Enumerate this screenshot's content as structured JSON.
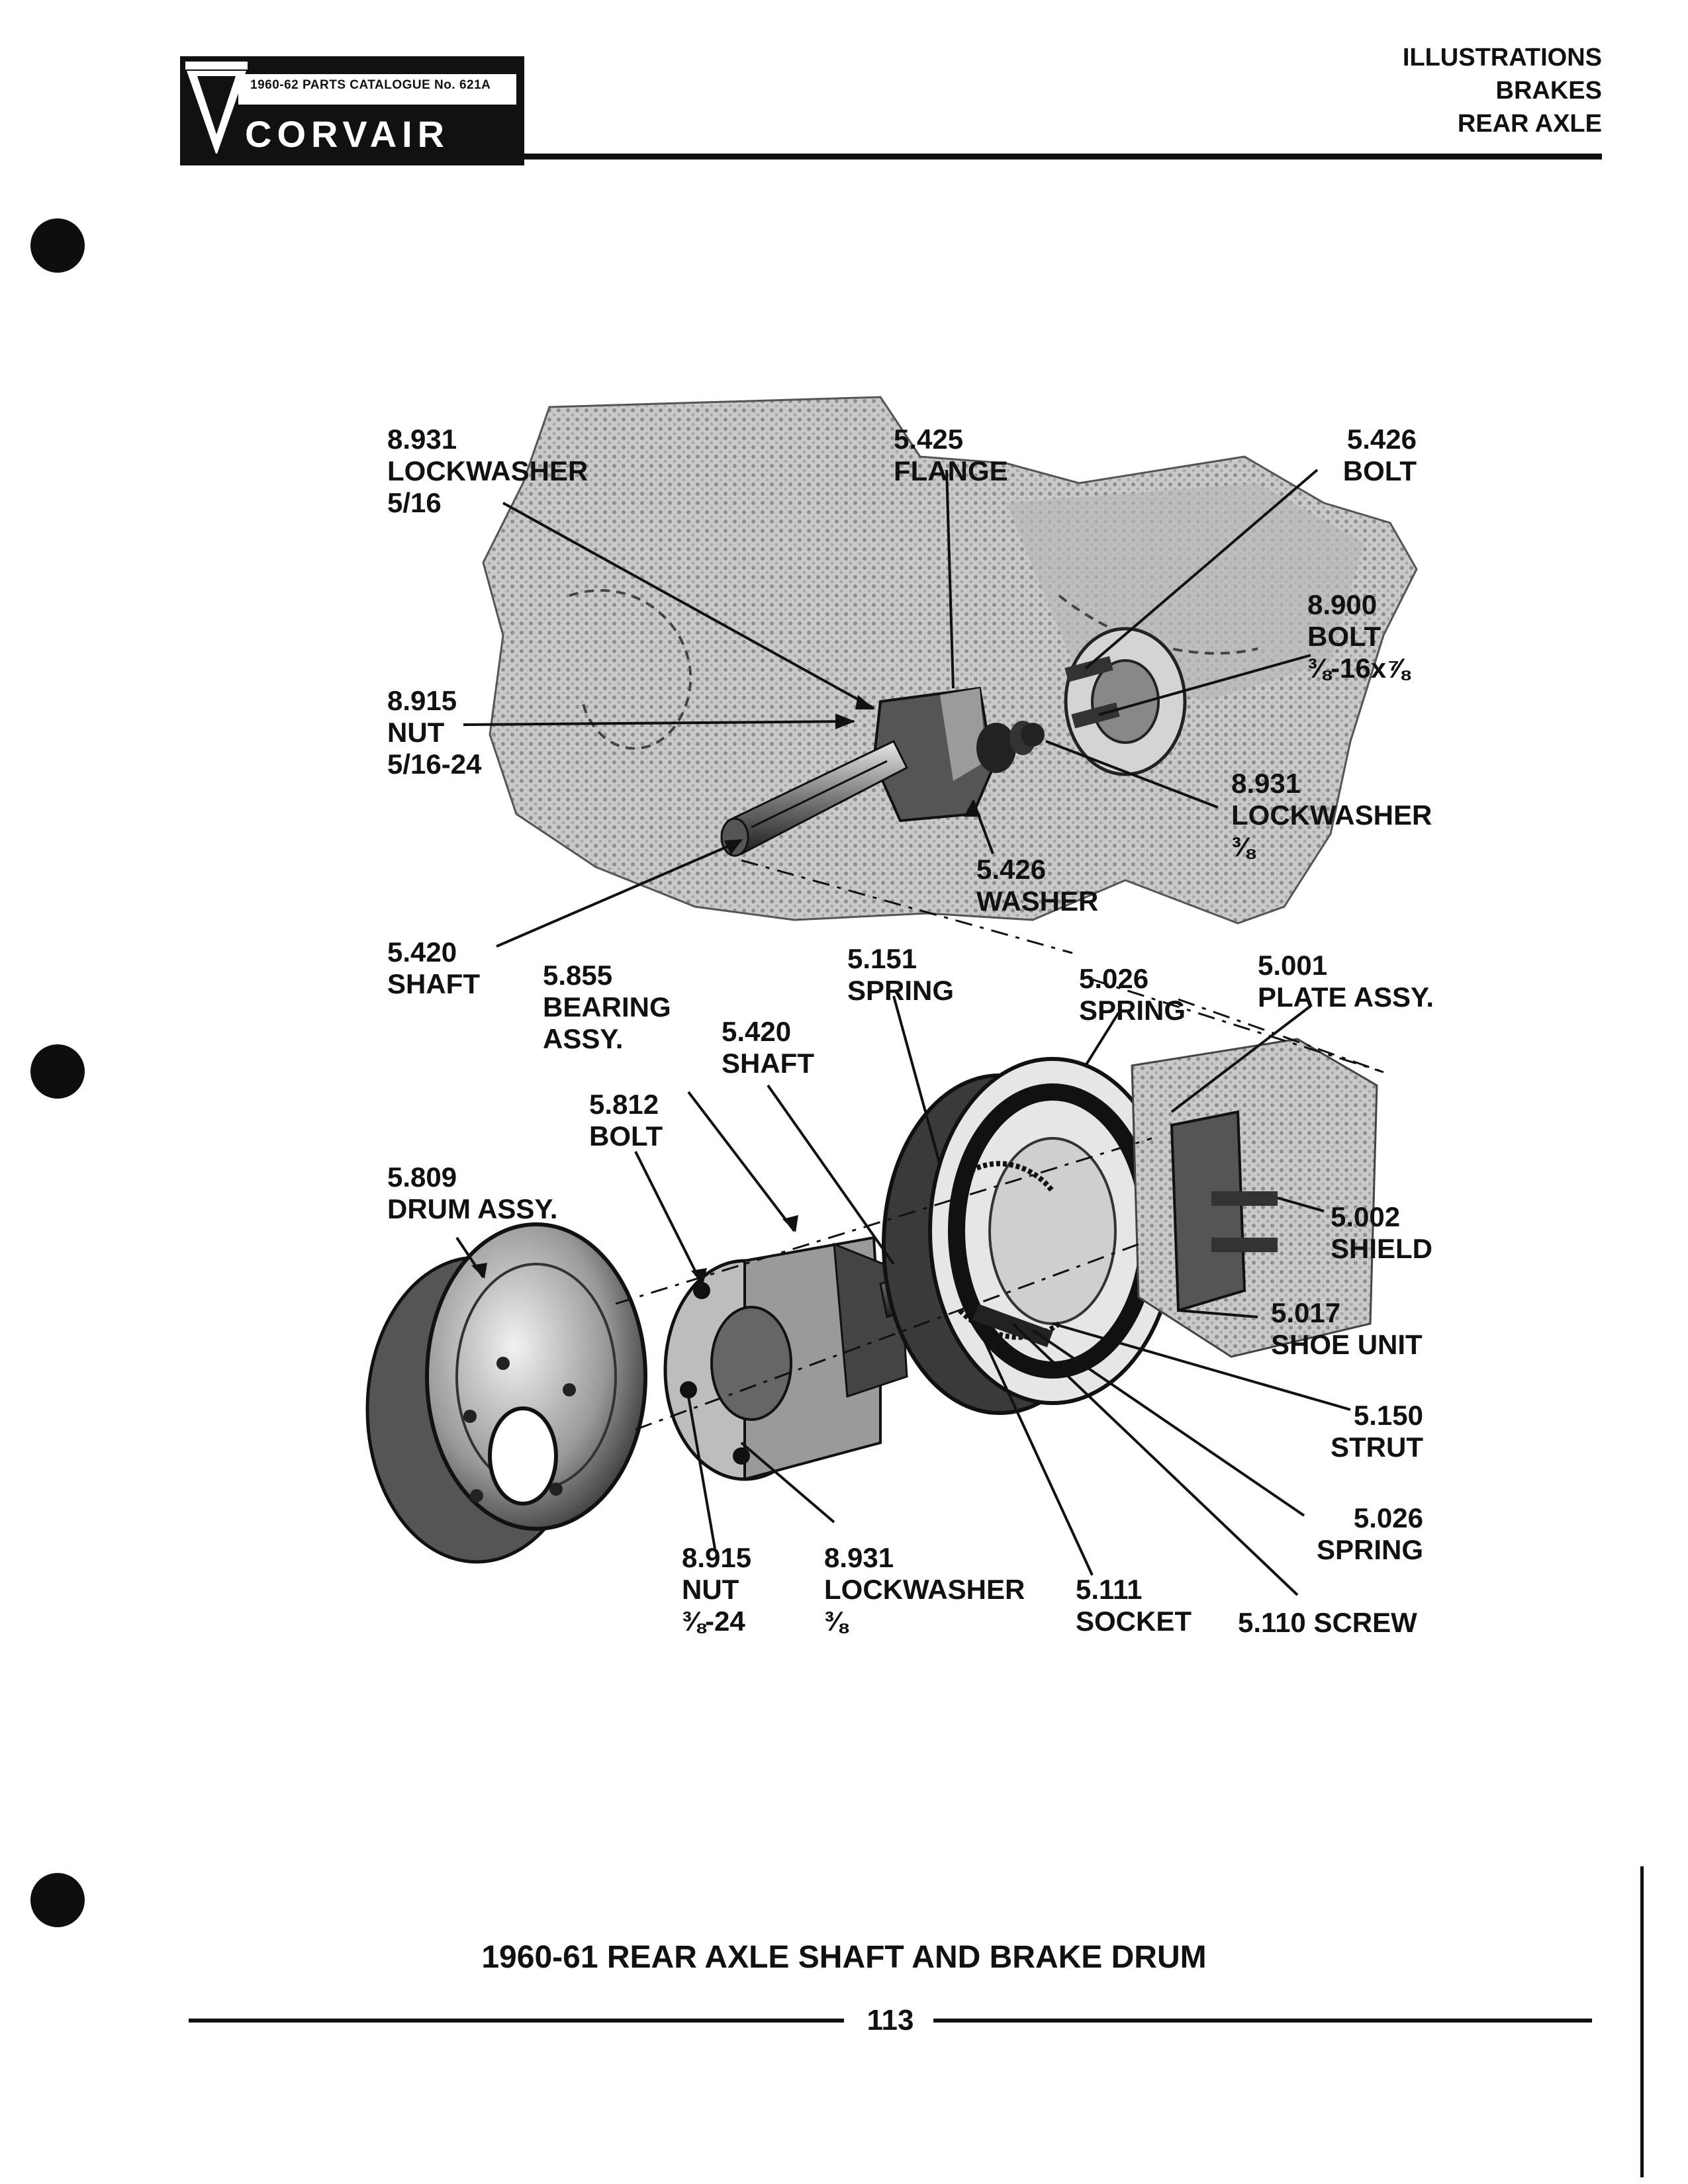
{
  "header": {
    "catalog_label": "1960-62 PARTS CATALOGUE No. 621A",
    "brand": "CORVAIR",
    "section": [
      "ILLUSTRATIONS",
      "BRAKES",
      "REAR AXLE"
    ]
  },
  "callouts": [
    {
      "id": "lockwasher-5-16",
      "lines": [
        "8.931",
        "LOCKWASHER",
        "5/16"
      ]
    },
    {
      "id": "flange",
      "lines": [
        "5.425",
        "FLANGE"
      ]
    },
    {
      "id": "bolt-top",
      "lines": [
        "5.426",
        "BOLT"
      ]
    },
    {
      "id": "bolt-3-8",
      "lines": [
        "8.900",
        "BOLT",
        "⅜-16x⅞"
      ]
    },
    {
      "id": "nut-5-16",
      "lines": [
        "8.915",
        "NUT",
        "5/16-24"
      ]
    },
    {
      "id": "lockwasher-3-8-top",
      "lines": [
        "8.931",
        "LOCKWASHER",
        "⅜"
      ]
    },
    {
      "id": "washer",
      "lines": [
        "5.426",
        "WASHER"
      ]
    },
    {
      "id": "shaft-top",
      "lines": [
        "5.420",
        "SHAFT"
      ]
    },
    {
      "id": "bearing-assy",
      "lines": [
        "5.855",
        "BEARING",
        "ASSY."
      ]
    },
    {
      "id": "spring-151",
      "lines": [
        "5.151",
        "SPRING"
      ]
    },
    {
      "id": "spring-026-top",
      "lines": [
        "5.026",
        "SPRING"
      ]
    },
    {
      "id": "plate-assy",
      "lines": [
        "5.001",
        "PLATE ASSY."
      ]
    },
    {
      "id": "shaft-lower",
      "lines": [
        "5.420",
        "SHAFT"
      ]
    },
    {
      "id": "bolt-812",
      "lines": [
        "5.812",
        "BOLT"
      ]
    },
    {
      "id": "drum-assy",
      "lines": [
        "5.809",
        "DRUM ASSY."
      ]
    },
    {
      "id": "shield",
      "lines": [
        "5.002",
        "SHIELD"
      ]
    },
    {
      "id": "shoe-unit",
      "lines": [
        "5.017",
        "SHOE UNIT"
      ]
    },
    {
      "id": "strut",
      "lines": [
        "5.150",
        "STRUT"
      ]
    },
    {
      "id": "spring-026-lower",
      "lines": [
        "5.026",
        "SPRING"
      ]
    },
    {
      "id": "nut-3-8",
      "lines": [
        "8.915",
        "NUT",
        "⅜-24"
      ]
    },
    {
      "id": "lockwasher-3-8-lower",
      "lines": [
        "8.931",
        "LOCKWASHER",
        "⅜"
      ]
    },
    {
      "id": "socket",
      "lines": [
        "5.111",
        "SOCKET"
      ]
    },
    {
      "id": "screw",
      "lines": [
        "5.110 SCREW"
      ]
    }
  ],
  "caption": "1960-61 REAR AXLE SHAFT AND BRAKE DRUM",
  "page_number": "113"
}
